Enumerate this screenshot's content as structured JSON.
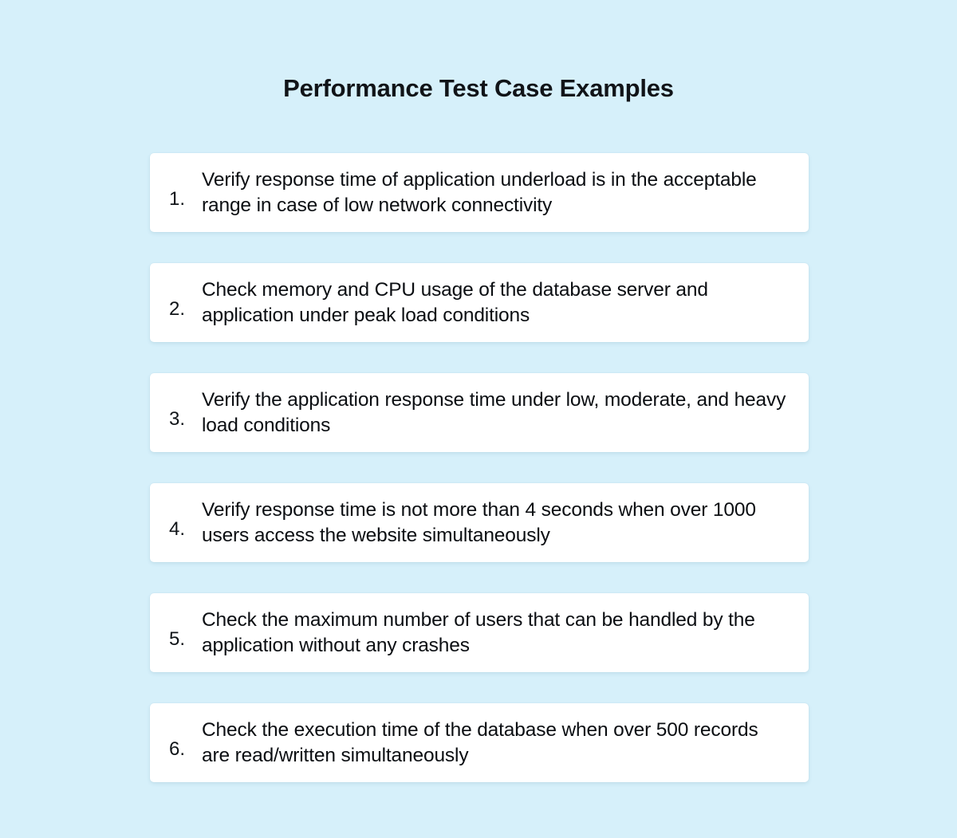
{
  "document": {
    "title": "Performance Test Case Examples",
    "background_color": "#d6f0fa",
    "card_color": "#ffffff",
    "text_color": "#0b0e12"
  },
  "items": [
    {
      "number": "1.",
      "text": "Verify response time of application underload is in the acceptable range in case of low network connectivity"
    },
    {
      "number": "2.",
      "text": "Check memory and CPU usage of the database server and application under peak load conditions"
    },
    {
      "number": "3.",
      "text": "Verify the application response time under low, moderate, and heavy load conditions"
    },
    {
      "number": "4.",
      "text": "Verify response time is not more than 4 seconds when over 1000 users access the website simultaneously"
    },
    {
      "number": "5.",
      "text": "Check the maximum number of users that can be handled by the application without any crashes"
    },
    {
      "number": "6.",
      "text": "Check the execution time of the database when over 500 records are read/written simultaneously"
    }
  ]
}
